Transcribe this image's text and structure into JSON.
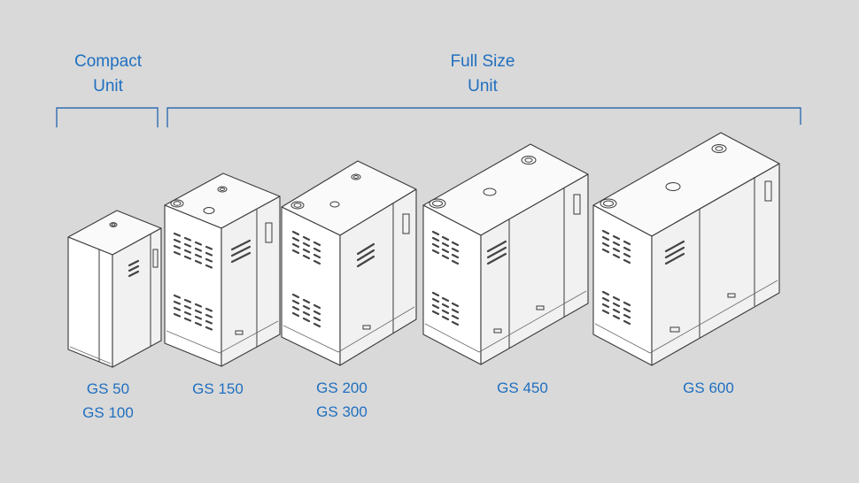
{
  "groups": {
    "compact": {
      "line1": "Compact",
      "line2": "Unit"
    },
    "full": {
      "line1": "Full Size",
      "line2": "Unit"
    }
  },
  "models": {
    "m1": {
      "line1": "GS 50",
      "line2": "GS 100"
    },
    "m2": {
      "line1": "GS 150"
    },
    "m3": {
      "line1": "GS 200",
      "line2": "GS 300"
    },
    "m4": {
      "line1": "GS 450"
    },
    "m5": {
      "line1": "GS 600"
    }
  },
  "colors": {
    "label": "#1f6fc0",
    "background": "#d9d9d9",
    "bracket": "#2f6db0"
  }
}
